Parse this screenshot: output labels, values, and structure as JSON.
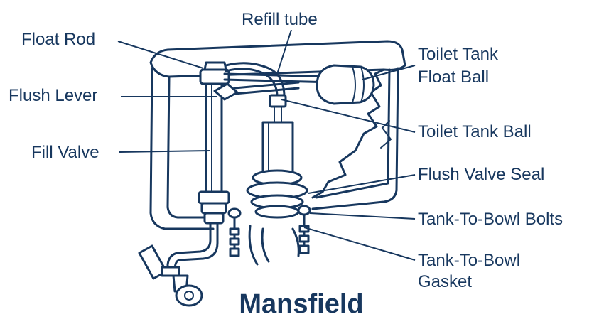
{
  "labels": {
    "refill_tube": "Refill tube",
    "float_rod": "Float Rod",
    "flush_lever": "Flush Lever",
    "fill_valve": "Fill Valve",
    "float_ball_line1": "Toilet Tank",
    "float_ball_line2": "Float Ball",
    "tank_ball": "Toilet Tank Ball",
    "flush_valve_seal": "Flush Valve Seal",
    "bolts": "Tank-To-Bowl Bolts",
    "gasket_line1": "Tank-To-Bowl",
    "gasket_line2": "Gasket"
  },
  "brand": "Mansfield",
  "colors": {
    "ink": "#17375e",
    "background": "#ffffff"
  }
}
